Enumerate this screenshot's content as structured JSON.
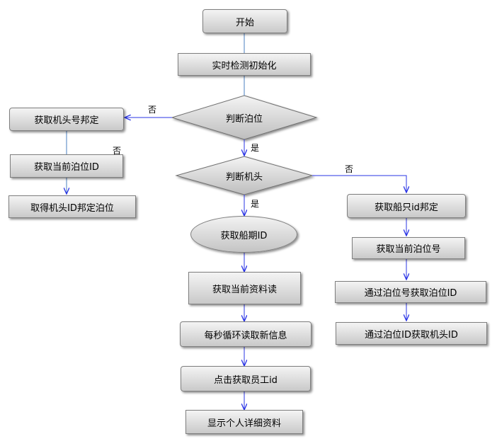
{
  "nodes": {
    "start": "开始",
    "init": "实时检测初始化",
    "judge_berth": "判断泊位",
    "judge_head": "判断机头",
    "get_head_binding": "获取机头号邦定",
    "get_current_berth_id": "获取当前泊位ID",
    "get_head_id_bound_berth": "取得机头ID邦定泊位",
    "get_ship_period_id": "获取船期ID",
    "read_current_data": "获取当前资料读",
    "loop_read_new_info": "每秒循环读取新信息",
    "click_get_employee_id": "点击获取员工id",
    "show_personal_details": "显示个人详细资料",
    "get_ship_id_binding": "获取船只id邦定",
    "get_current_berth_no": "获取当前泊位号",
    "get_berth_id_by_no": "通过泊位号获取泊位ID",
    "get_head_by_berth_id": "通过泊位ID获取机头ID"
  },
  "edge_labels": {
    "no_1": "否",
    "no_2": "否",
    "no_3": "否",
    "yes_1": "是",
    "yes_2": "是"
  },
  "colors": {
    "arrow": "#2a34e6",
    "line": "#4a7fc0",
    "node_fill_top": "#f4f4f4",
    "node_fill_bottom": "#c9c9c9",
    "node_border": "#7f7f7f"
  }
}
